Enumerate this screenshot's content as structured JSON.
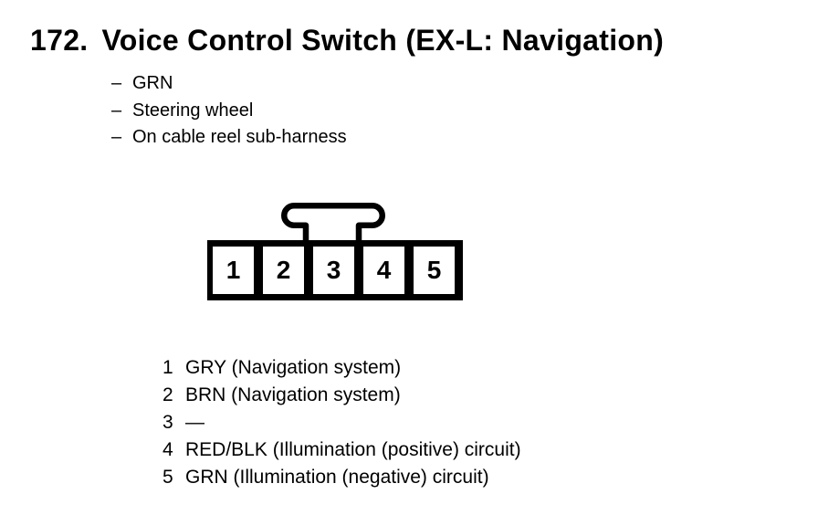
{
  "page": {
    "background": "#ffffff",
    "ink": "#000000"
  },
  "header": {
    "item_number": "172.",
    "title": "Voice Control Switch (EX-L: Navigation)"
  },
  "details": {
    "dash": "–",
    "items": [
      "GRN",
      "Steering wheel",
      "On cable reel sub-harness"
    ]
  },
  "connector": {
    "description": "5-cavity connector, front view, latch tab on top",
    "cavities": [
      "1",
      "2",
      "3",
      "4",
      "5"
    ]
  },
  "pin_table": {
    "rows": [
      {
        "pin": "1",
        "wire": "GRY (Navigation system)"
      },
      {
        "pin": "2",
        "wire": "BRN (Navigation system)"
      },
      {
        "pin": "3",
        "wire": "—"
      },
      {
        "pin": "4",
        "wire": "RED/BLK (Illumination (positive) circuit)"
      },
      {
        "pin": "5",
        "wire": "GRN (Illumination (negative) circuit)"
      }
    ]
  }
}
